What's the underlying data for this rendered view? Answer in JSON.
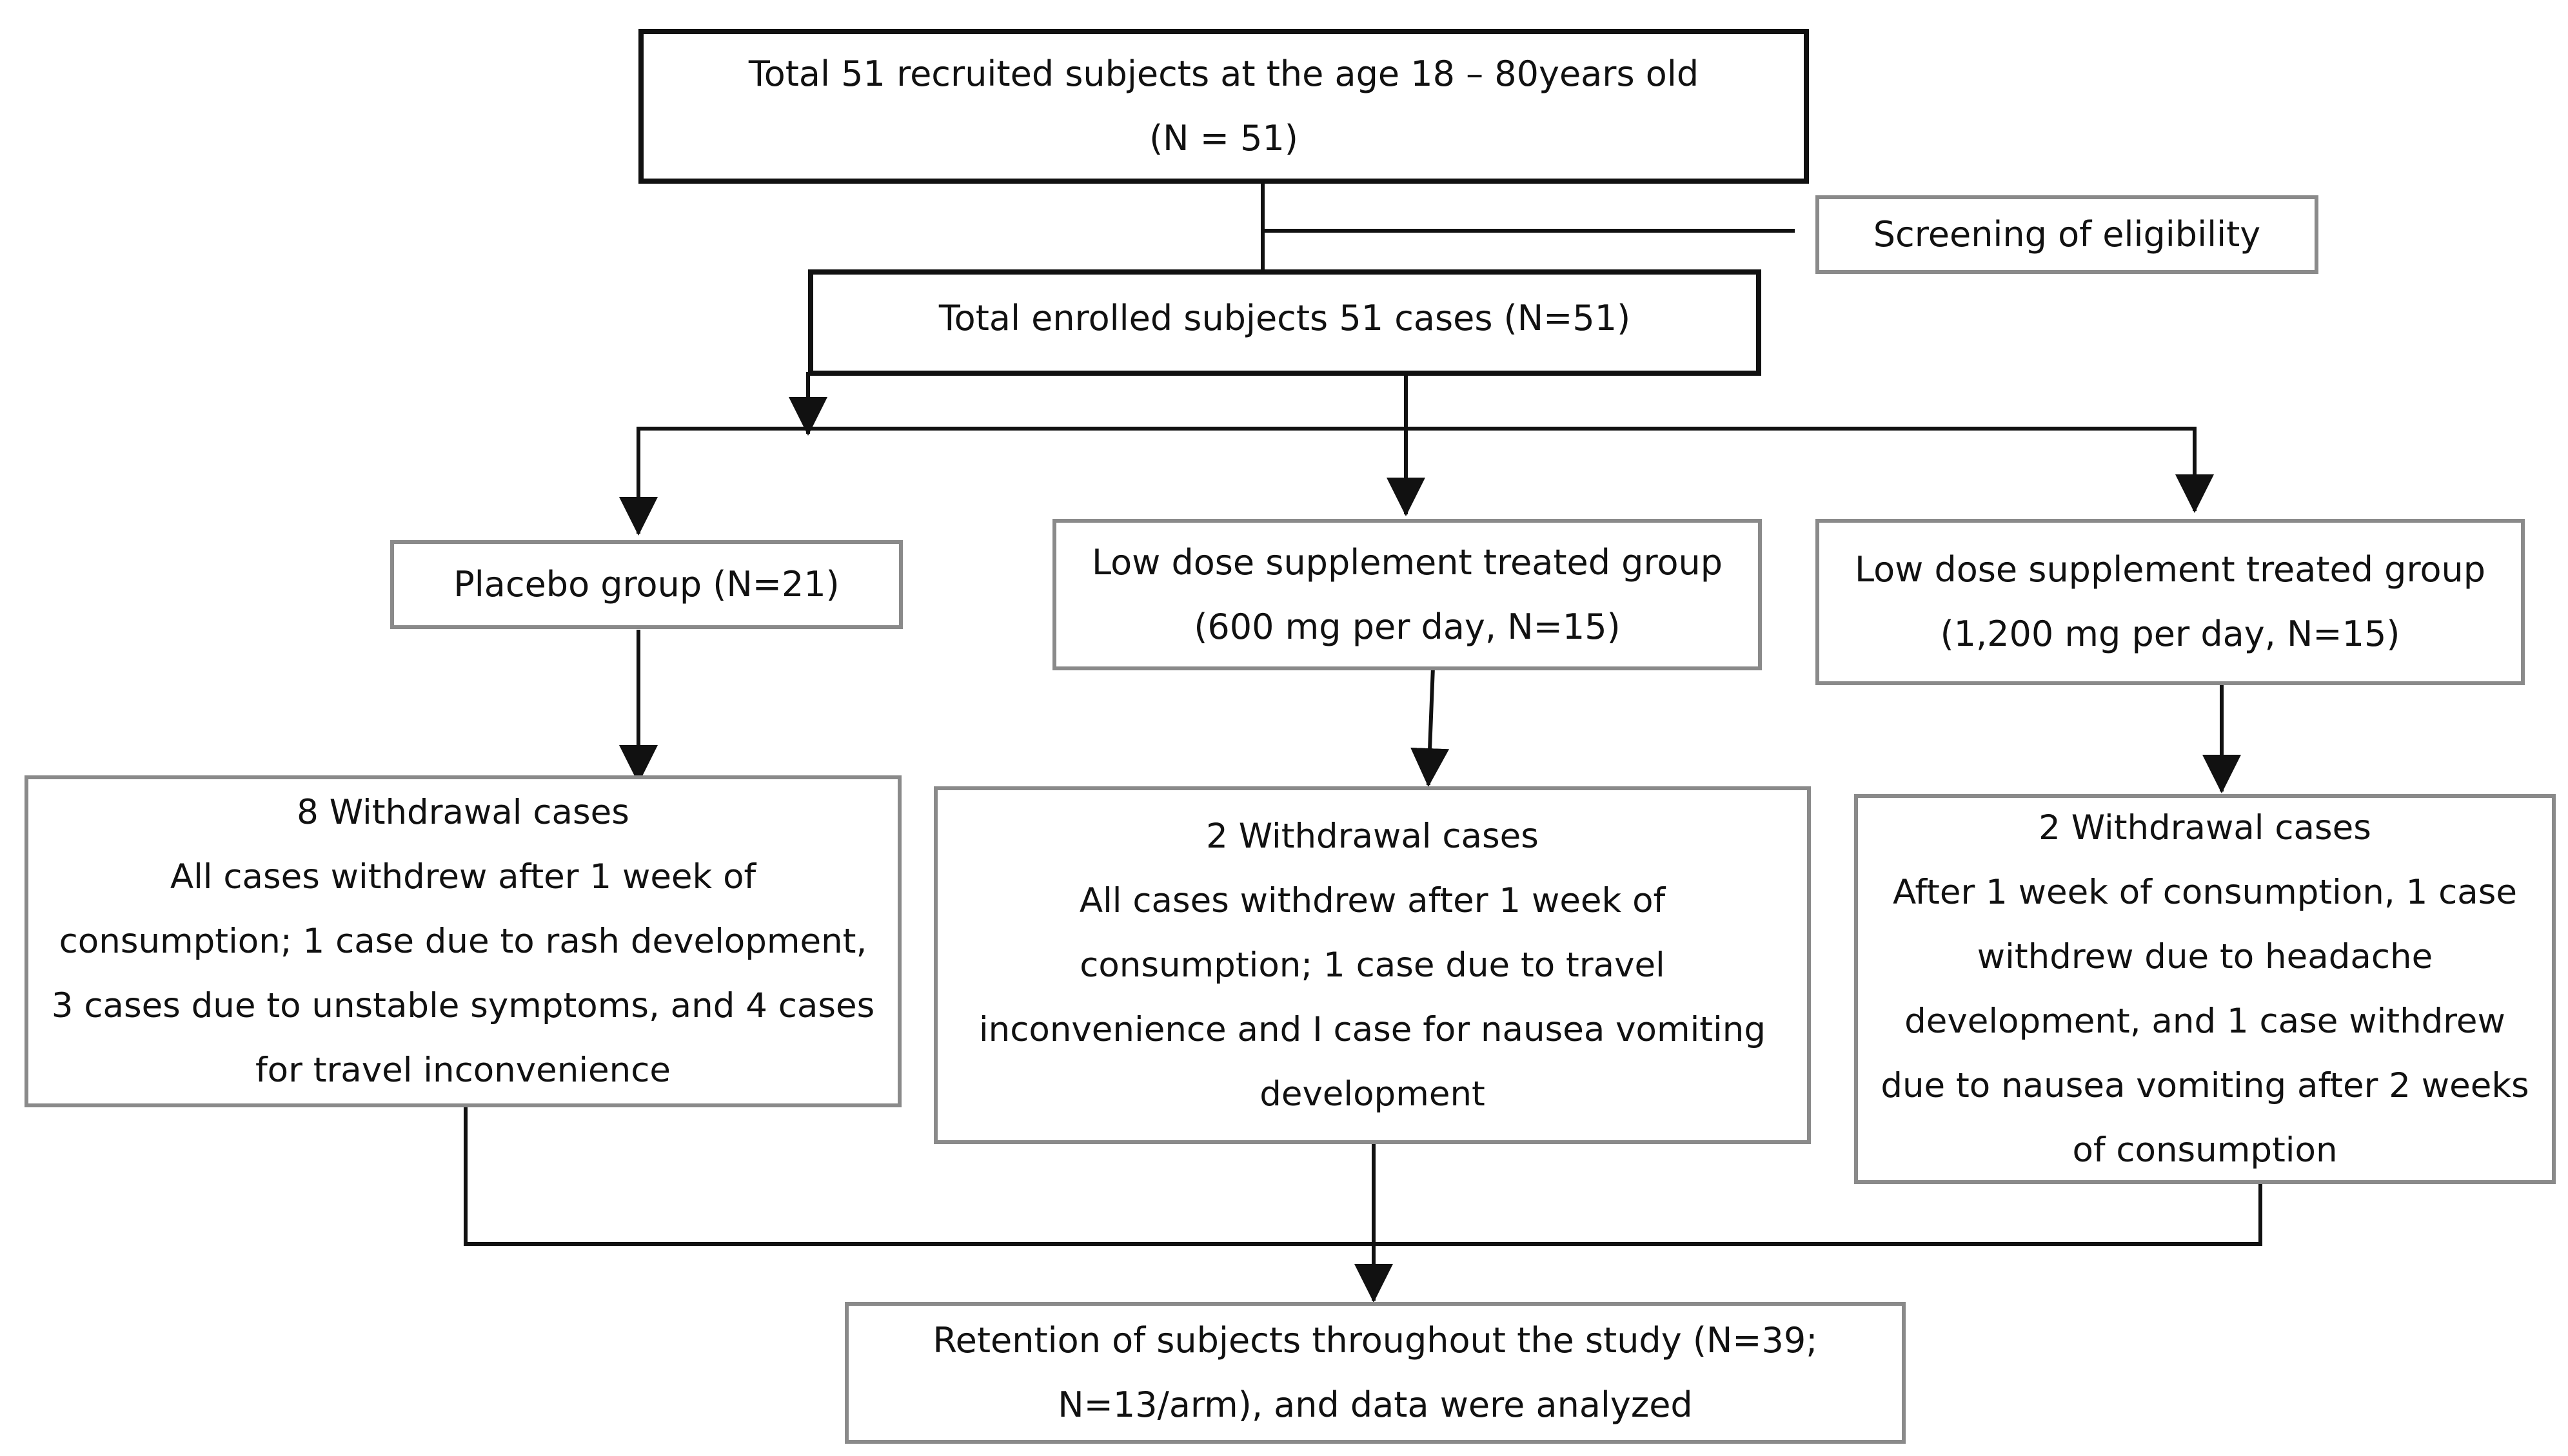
{
  "boxes": {
    "recruited": {
      "lines": [
        "Total 51 recruited subjects at the age 18 – 80years old",
        "(N = 51)"
      ]
    },
    "screening": {
      "lines": [
        "Screening of eligibility"
      ]
    },
    "enrolled": {
      "lines": [
        "Total enrolled subjects 51 cases (N=51)"
      ]
    },
    "placebo": {
      "lines": [
        "Placebo  group (N=21)"
      ]
    },
    "low_dose_600": {
      "lines": [
        "Low dose supplement treated group",
        "(600 mg per day, N=15)"
      ]
    },
    "low_dose_1200": {
      "lines": [
        "Low dose supplement treated group",
        "(1,200 mg per day, N=15)"
      ]
    },
    "withdrawal_placebo": {
      "lines": [
        "8 Withdrawal cases",
        "All cases withdrew after 1 week of",
        "consumption;  1 case due to rash development,",
        "3 cases due to unstable symptoms, and 4 cases",
        "for travel inconvenience"
      ]
    },
    "withdrawal_600": {
      "lines": [
        "2 Withdrawal cases",
        "All cases withdrew after 1 week of",
        "consumption;  1 case due to travel",
        "inconvenience  and I case for nausea vomiting",
        "development"
      ]
    },
    "withdrawal_1200": {
      "lines": [
        "2 Withdrawal cases",
        "After 1 week of consumption, 1 case",
        "withdrew due to headache",
        "development, and 1 case withdrew",
        "due to nausea vomiting after 2 weeks",
        "of consumption"
      ]
    },
    "retention": {
      "lines": [
        "Retention of subjects throughout the study (N=39;",
        "N=13/arm), and data were analyzed"
      ]
    }
  },
  "colors": {
    "primary_border": "#111111",
    "secondary_border": "#8a8a8a",
    "connector": "#111111"
  }
}
